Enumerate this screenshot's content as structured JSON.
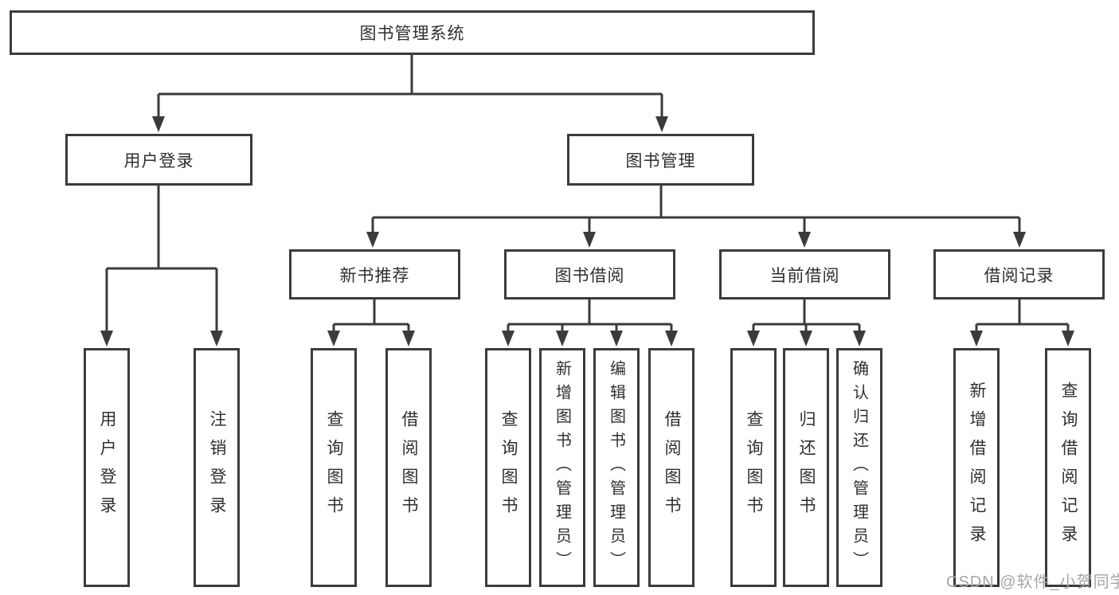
{
  "diagram": {
    "title_node": "图书管理系统",
    "root": {
      "label": "图书管理系统"
    },
    "branches": [
      {
        "label": "用户登录",
        "children": [
          {
            "label": "用户登录"
          },
          {
            "label": "注销登录"
          }
        ]
      },
      {
        "label": "图书管理",
        "children": [
          {
            "label": "新书推荐",
            "children": [
              {
                "label": "查询图书"
              },
              {
                "label": "借阅图书"
              }
            ]
          },
          {
            "label": "图书借阅",
            "children": [
              {
                "label": "查询图书"
              },
              {
                "label": "新增图书（管理员）"
              },
              {
                "label": "编辑图书（管理员）"
              },
              {
                "label": "借阅图书"
              }
            ]
          },
          {
            "label": "当前借阅",
            "children": [
              {
                "label": "查询图书"
              },
              {
                "label": "归还图书"
              },
              {
                "label": "确认归还（管理员）"
              }
            ]
          },
          {
            "label": "借阅记录",
            "children": [
              {
                "label": "新增借阅记录"
              },
              {
                "label": "查询借阅记录"
              }
            ]
          }
        ]
      }
    ]
  },
  "watermark": {
    "text": "CSDN @软件_小贺同学"
  },
  "palette": {
    "line": "#3b3b3b",
    "border": "#3b3b3b",
    "text": "#2f2f2f",
    "watermark": "#a6a6a6",
    "background": "#ffffff"
  }
}
